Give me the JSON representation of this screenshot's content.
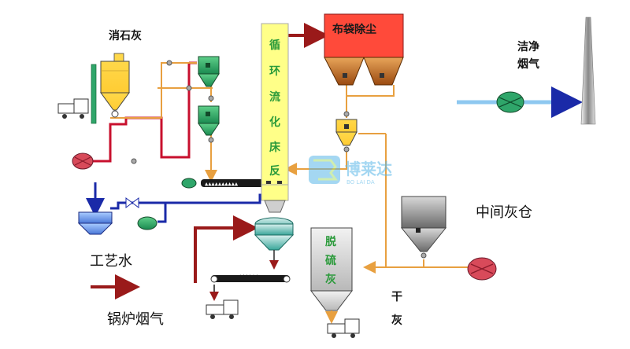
{
  "labels": {
    "limestone": "消石灰",
    "tower": [
      "循",
      "环",
      "流",
      "化",
      "床",
      "反"
    ],
    "baghouse": "布袋除尘",
    "clean_gas": [
      "洁净",
      "烟气"
    ],
    "intermediate_silo": "中间灰仓",
    "process_water": "工艺水",
    "boiler_gas": "锅炉烟气",
    "desulf_ash": [
      "脱",
      "硫",
      "灰"
    ],
    "dry_ash": [
      "干",
      "灰"
    ]
  },
  "watermark": {
    "text": "博莱达",
    "sub": "BO LAI DA"
  },
  "colors": {
    "tower": "#ffff88",
    "baghouse": "#ff4a3a",
    "hopper_yellow": "#ffd84a",
    "hopper_brown": "#c8641e",
    "green_eq": "#2fa66a",
    "red_line": "#c8102e",
    "orange_line": "#e8a040",
    "blue_line": "#1a2aa8",
    "gas_arrow": "#8ec8f0",
    "dark_red": "#9a1a1a"
  }
}
